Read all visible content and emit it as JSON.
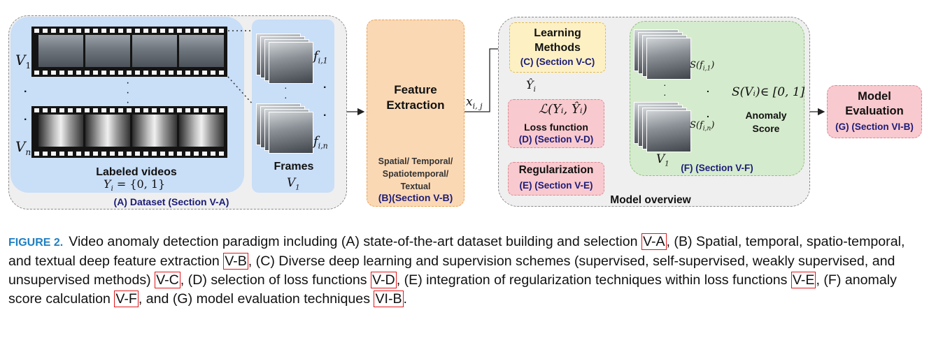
{
  "panel_a": {
    "v1": "V",
    "v1_sub": "1",
    "vn": "V",
    "vn_sub": "n",
    "labeled_videos": "Labeled videos",
    "labels_eq": "Y",
    "labels_eq_sub": "i",
    "labels_eq_rest": " = {0, 1}",
    "frames": "Frames",
    "frames_v": "V",
    "frames_v_sub": "1",
    "f_top": "f",
    "f_top_sub": "i,1",
    "f_bot": "f",
    "f_bot_sub": "i,n",
    "section": "(A)  Dataset (Section V-A)"
  },
  "panel_b": {
    "title_line1": "Feature",
    "title_line2": "Extraction",
    "types_line1": "Spatial/ Temporal/",
    "types_line2": "Spatiotemporal/",
    "types_line3": "Textual",
    "section": "(B)(Section V-B)"
  },
  "arrow_xij": "x",
  "arrow_xij_sub": "i, j",
  "model_overview": {
    "title": "Model overview",
    "learning_line1": "Learning",
    "learning_line2": "Methods",
    "learning_section": "(C) (Section V-C)",
    "yhat": "Ŷ",
    "yhat_sub": "i",
    "loss_formula": "ℒ(Yᵢ, Ŷᵢ)",
    "loss_label": "Loss function",
    "loss_section": "(D) (Section V-D)",
    "reg_label": "Regularization",
    "reg_section": "(E) (Section V-E)",
    "s_top": "S(f",
    "s_top_sub": "i,1",
    "s_bot": "S(f",
    "s_bot_sub": "i,n",
    "s_vi": "S(Vᵢ)∈ [0, 1]",
    "anomaly_line1": "Anomaly",
    "anomaly_line2": "Score",
    "f_v": "V",
    "f_v_sub": "1",
    "f_section": "(F) (Section V-F)"
  },
  "panel_g": {
    "line1": "Model",
    "line2": "Evaluation",
    "section": "(G) (Section VI-B)"
  },
  "caption": {
    "fig": "FIGURE 2.",
    "t1": "Video anomaly detection paradigm including (A) state-of-the-art dataset building and selection ",
    "r1": "V-A",
    "t2": ", (B) Spatial, temporal, spatio-temporal, and textual deep feature extraction ",
    "r2": "V-B",
    "t3": ", (C) Diverse deep learning and supervision schemes (supervised, self-supervised, weakly supervised, and unsupervised methods) ",
    "r3": "V-C",
    "t4": ", (D) selection of loss functions ",
    "r4": "V-D",
    "t5": ", (E) integration of regularization techniques within loss functions ",
    "r5": "V-E",
    "t6": ", (F) anomaly score calculation ",
    "r6": "V-F",
    "t7": ", and (G) model evaluation techniques ",
    "r7": "VI-B",
    "t8": "."
  },
  "colors": {
    "dataset_bg": "#c9def7",
    "feature_bg": "#fbd8b4",
    "learning_bg": "#fdf1c4",
    "loss_bg": "#f8c9ce",
    "score_bg": "#d5ebcd",
    "eval_bg": "#f8c9ce",
    "caption_fig": "#1f7fc2",
    "ref_border": "#e0191d"
  }
}
